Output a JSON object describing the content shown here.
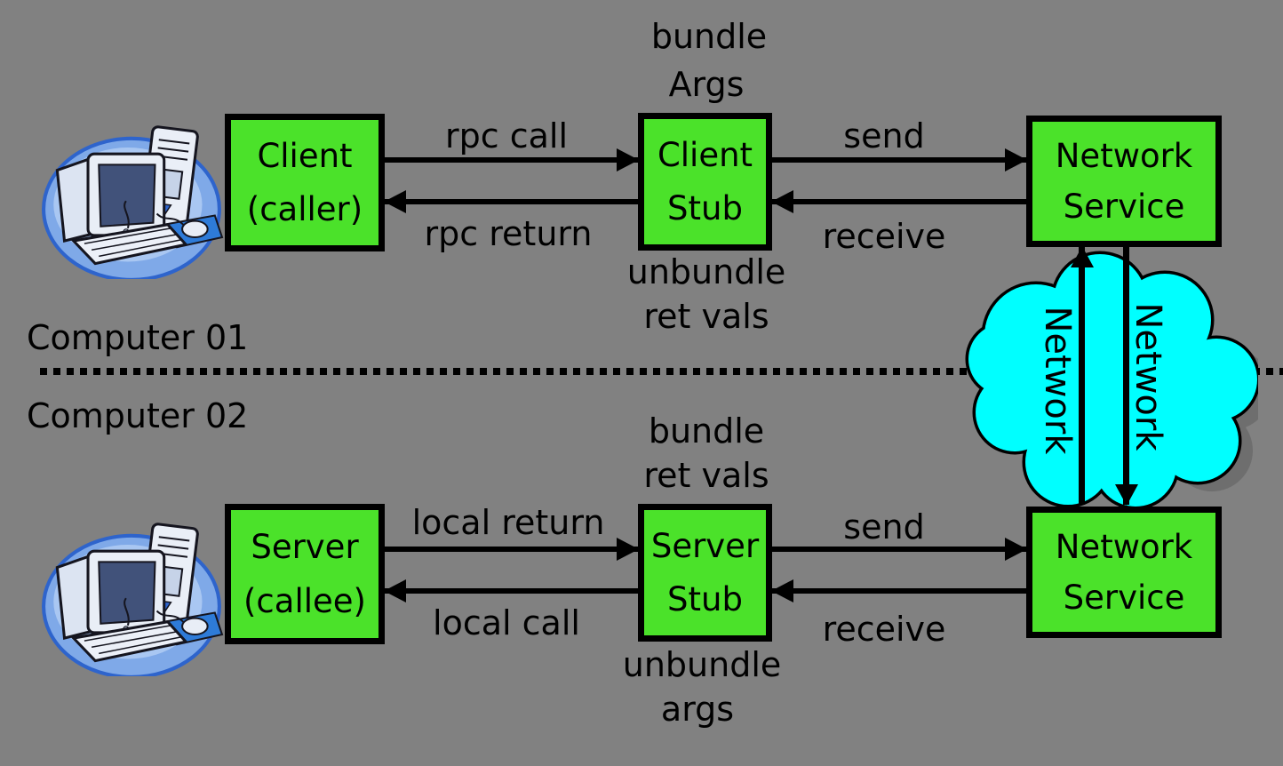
{
  "colors": {
    "background": "#818181",
    "box_green": "#4BE22A",
    "cloud_cyan": "#00FFFF",
    "outline": "#000000"
  },
  "top": {
    "machine_label": "Computer 01",
    "bundle_line1": "bundle",
    "bundle_line2": "Args",
    "node_line1": "Client",
    "node_line2": "(caller)",
    "stub_line1": "Client",
    "stub_line2": "Stub",
    "arrow_call": "rpc call",
    "arrow_return": "rpc return",
    "arrow_send": "send",
    "arrow_receive": "receive",
    "net_line1": "Network",
    "net_line2": "Service",
    "unbundle_line1": "unbundle",
    "unbundle_line2": "ret vals"
  },
  "bottom": {
    "machine_label": "Computer 02",
    "bundle_line1": "bundle",
    "bundle_line2": "ret vals",
    "node_line1": "Server",
    "node_line2": "(callee)",
    "stub_line1": "Server",
    "stub_line2": "Stub",
    "arrow_call": "local return",
    "arrow_return": "local call",
    "arrow_send": "send",
    "arrow_receive": "receive",
    "net_line1": "Network",
    "net_line2": "Service",
    "unbundle_line1": "unbundle",
    "unbundle_line2": "args"
  },
  "cloud": {
    "label_left": "Network",
    "label_right": "Network"
  }
}
